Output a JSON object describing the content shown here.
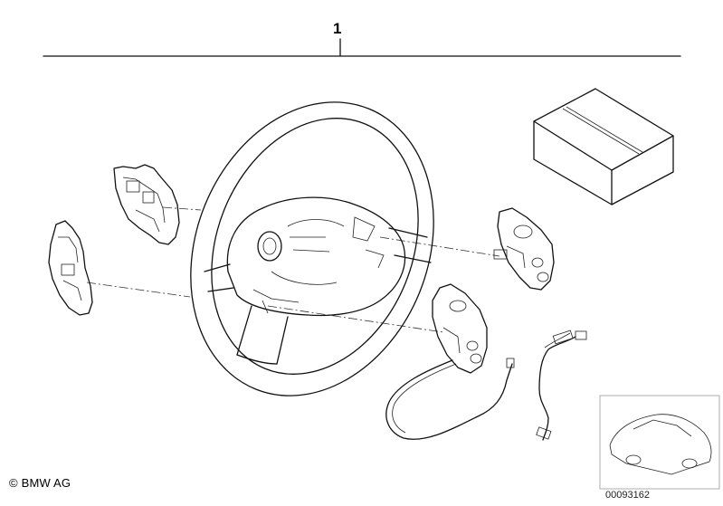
{
  "callout_number": "1",
  "copyright": "© BMW AG",
  "figure_number": "00093162",
  "colors": {
    "line": "#111111",
    "background": "#ffffff",
    "thumb_border": "#999999"
  }
}
